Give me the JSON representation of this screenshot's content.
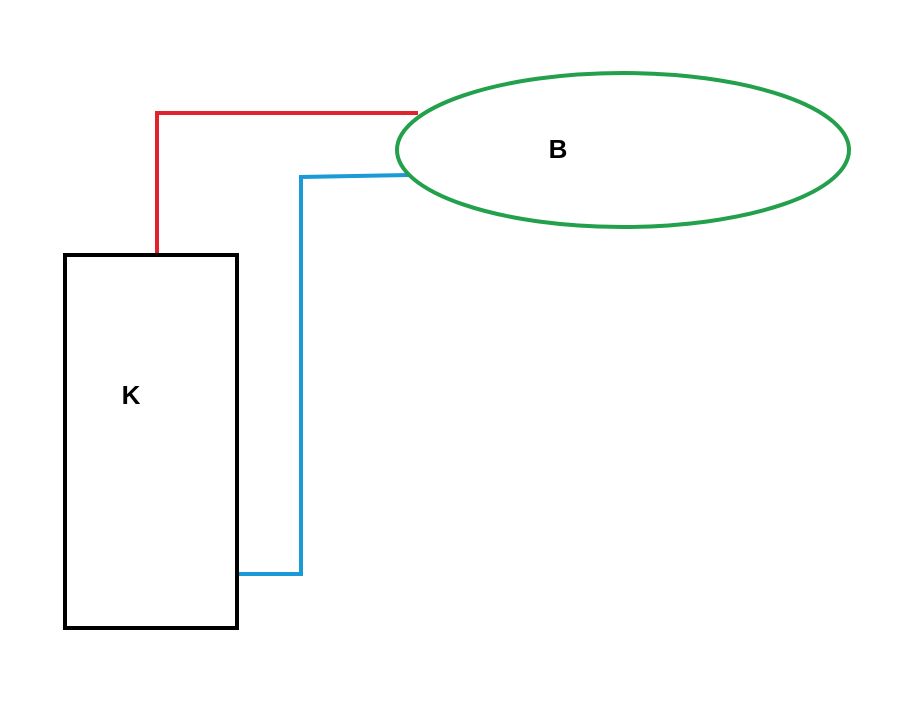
{
  "diagram": {
    "nodes": {
      "K": {
        "label": "K",
        "shape": "rectangle",
        "stroke_color": "#000000"
      },
      "B": {
        "label": "B",
        "shape": "ellipse",
        "stroke_color": "#22a04b"
      }
    },
    "connections": [
      {
        "id": "red-line",
        "from": "K",
        "to": "B",
        "color": "#e0242f"
      },
      {
        "id": "blue-line",
        "from": "K",
        "to": "B",
        "color": "#1a9ad6"
      }
    ]
  }
}
